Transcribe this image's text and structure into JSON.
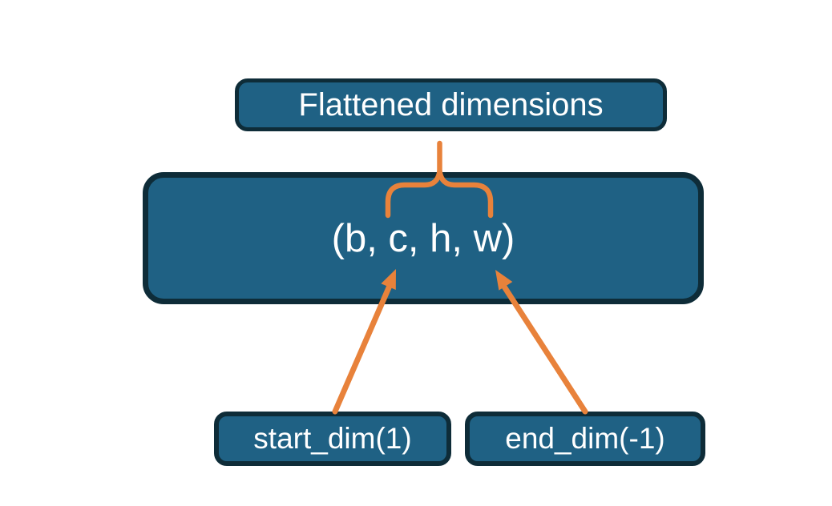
{
  "diagram": {
    "title_box": {
      "label": "Flattened dimensions"
    },
    "tensor_box": {
      "label": "(b, c, h, w)"
    },
    "start_box": {
      "label": "start_dim(1)"
    },
    "end_box": {
      "label": "end_dim(-1)"
    }
  },
  "colors": {
    "background": "#ffffff",
    "box_fill": "#1f6184",
    "box_border": "#0e2c38",
    "text_white": "#ffffff",
    "arrow_orange": "#e8823b"
  }
}
